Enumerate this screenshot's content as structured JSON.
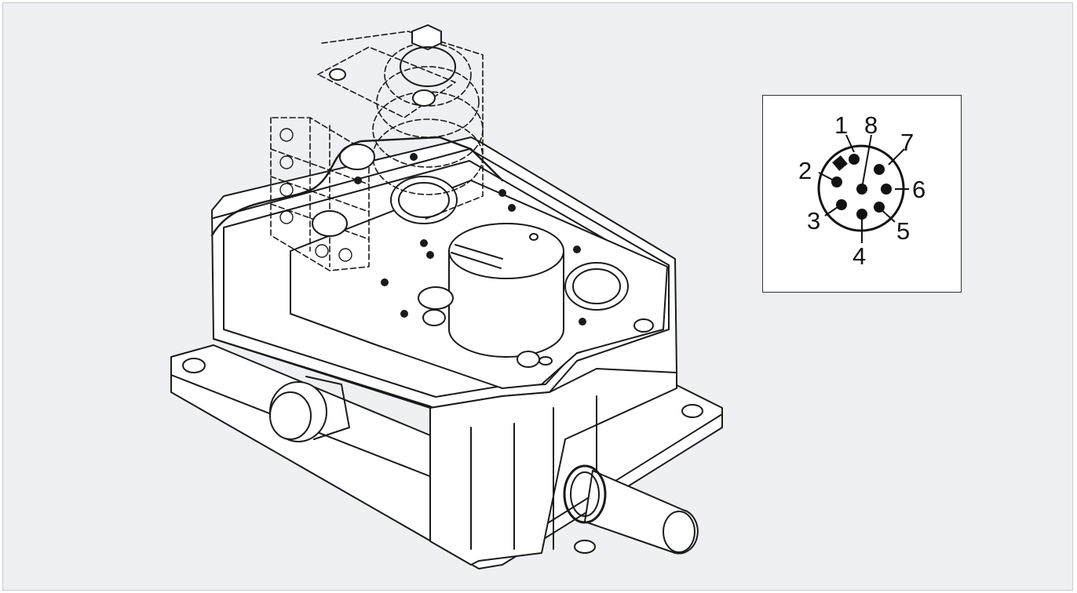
{
  "connector": {
    "pins": [
      {
        "label": "1"
      },
      {
        "label": "8"
      },
      {
        "label": "7"
      },
      {
        "label": "2"
      },
      {
        "label": "6"
      },
      {
        "label": "3"
      },
      {
        "label": "5"
      },
      {
        "label": "4"
      }
    ]
  }
}
